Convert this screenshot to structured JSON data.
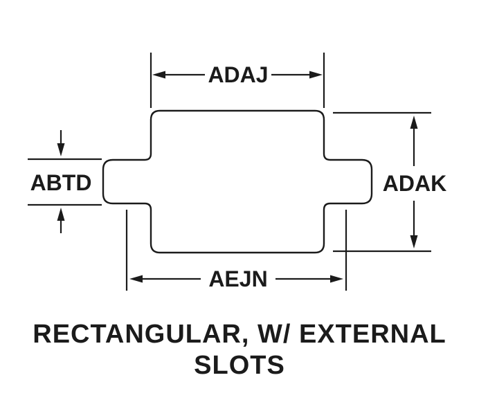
{
  "page": {
    "background": "#ffffff",
    "line_color": "#1b1b1b"
  },
  "diagram": {
    "shape_name": "rectangular-with-external-slots",
    "dimensions": {
      "top": {
        "label": "ADAJ"
      },
      "right": {
        "label": "ADAK"
      },
      "left": {
        "label": "ABTD"
      },
      "bottom": {
        "label": "AEJN"
      }
    },
    "caption": {
      "line1": "RECTANGULAR, W/ EXTERNAL",
      "line2": "SLOTS"
    }
  }
}
